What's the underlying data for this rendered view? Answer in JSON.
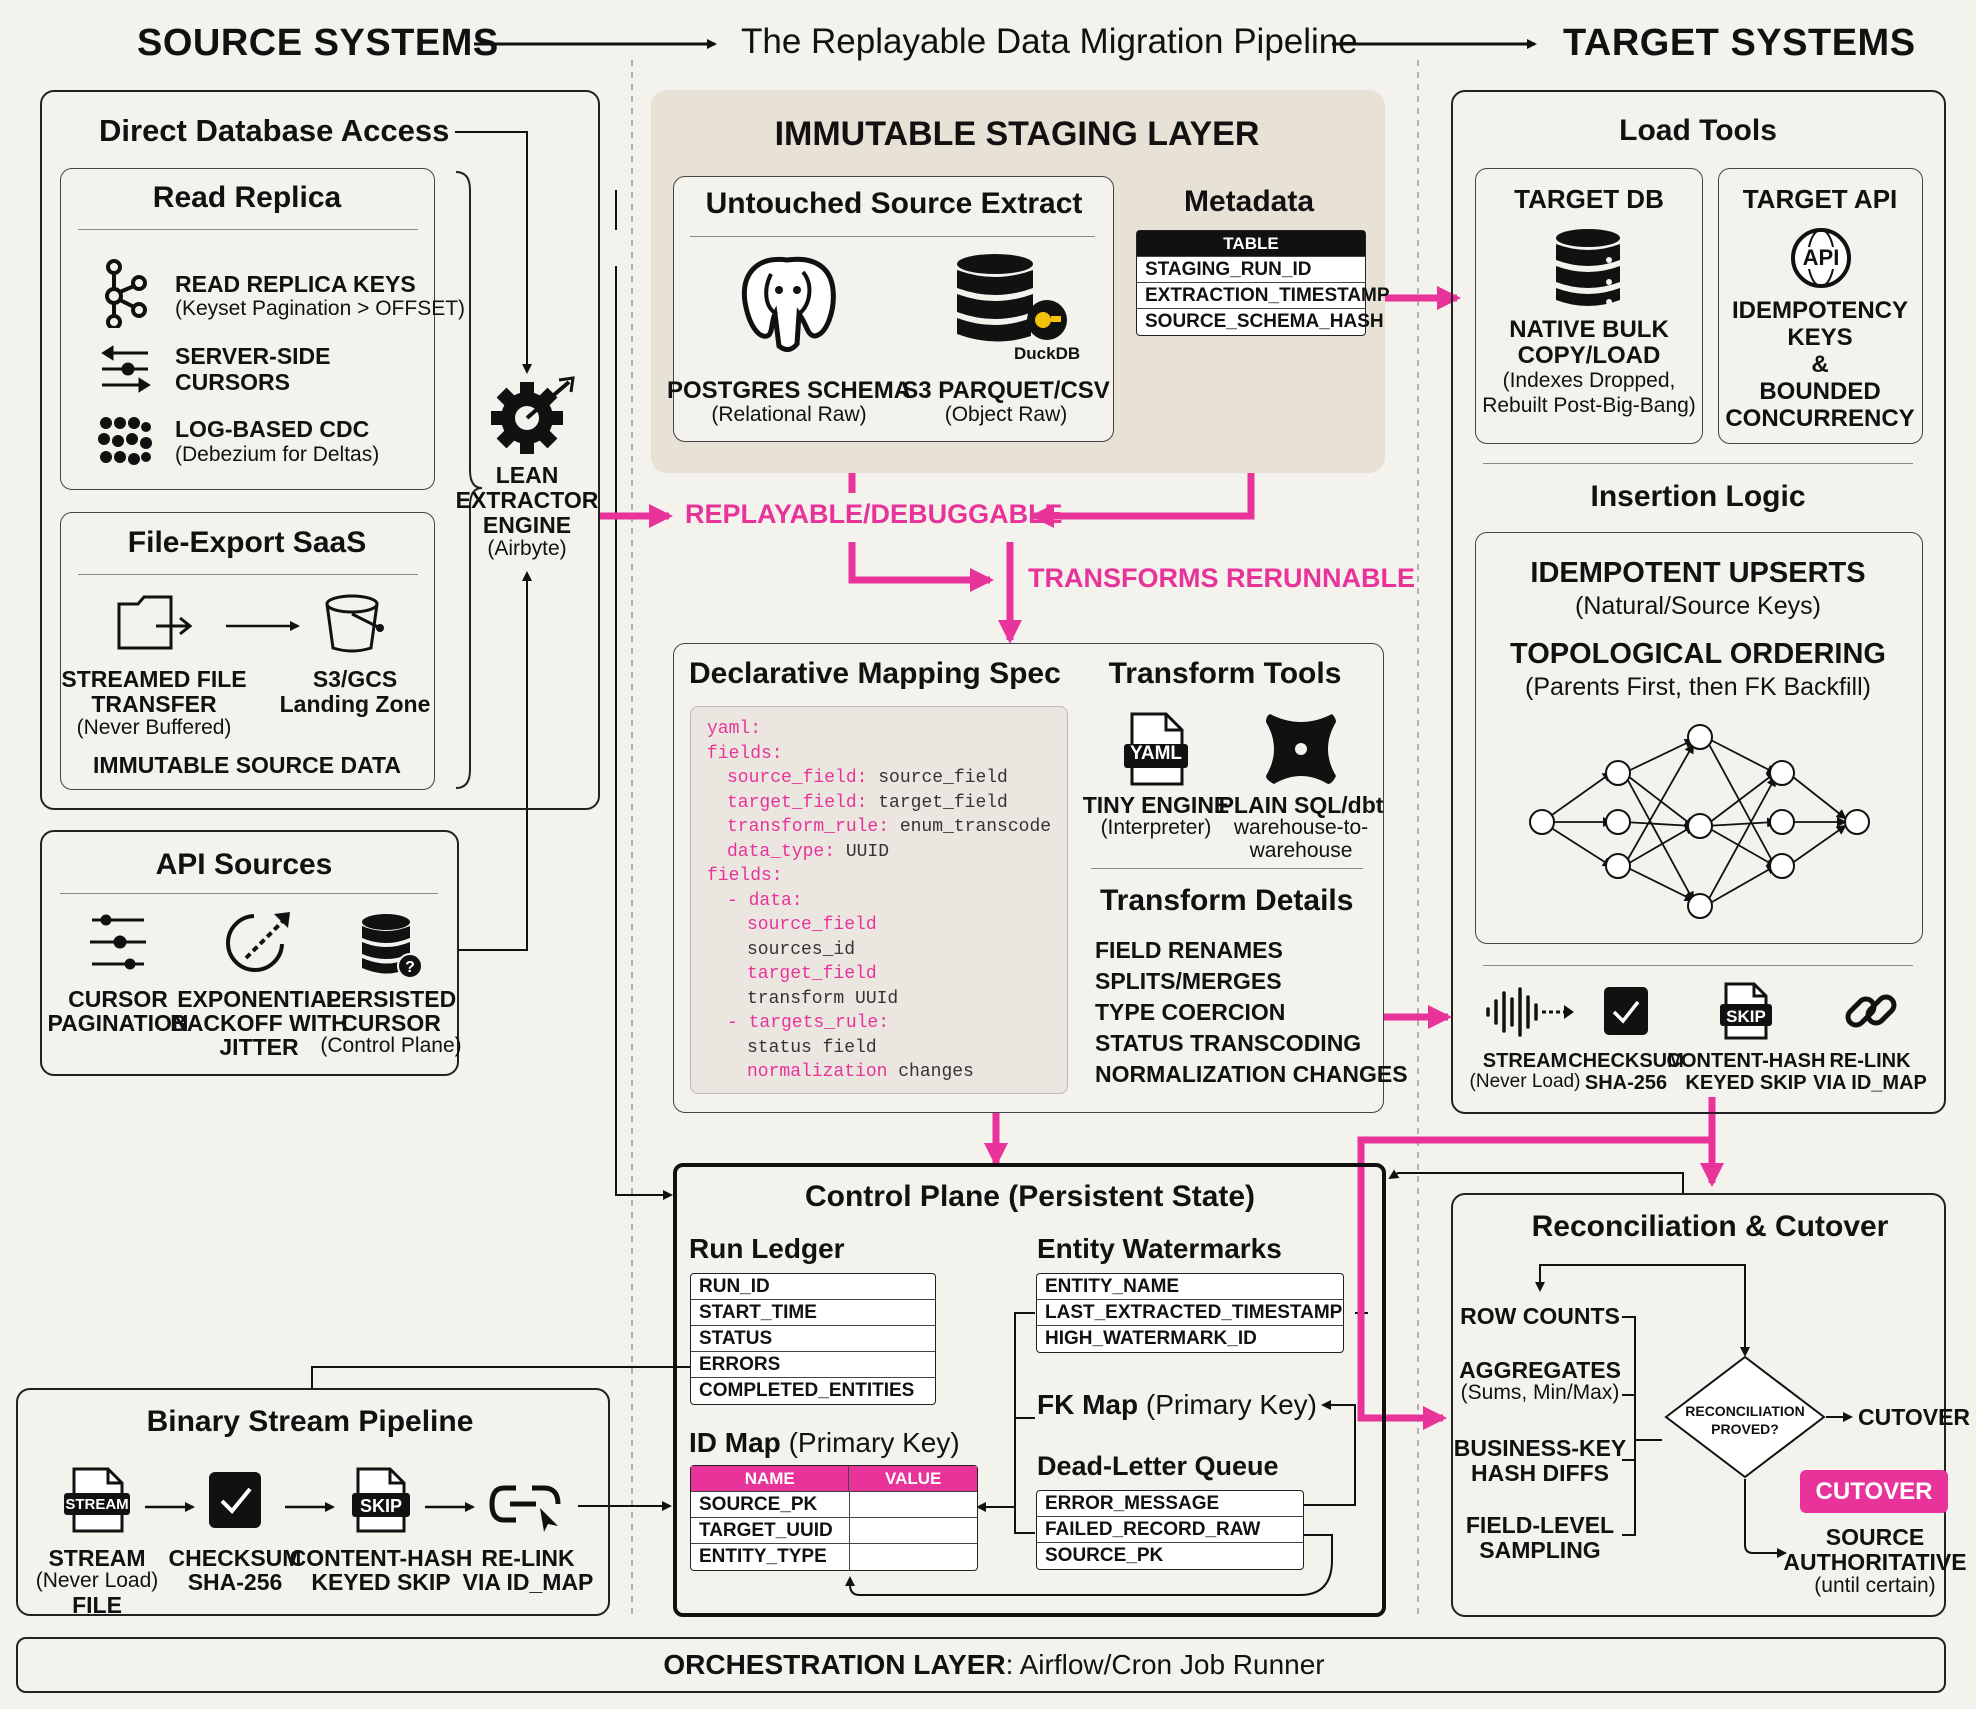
{
  "header": {
    "source_title": "SOURCE SYSTEMS",
    "pipeline_title": "The Replayable Data Migration Pipeline",
    "target_title": "TARGET SYSTEMS"
  },
  "direct_db": {
    "title": "Direct Database Access",
    "read_replica": {
      "title": "Read Replica",
      "items": [
        {
          "label": "READ REPLICA KEYS",
          "sub": "(Keyset Pagination > OFFSET)"
        },
        {
          "label": "SERVER-SIDE",
          "label2": "CURSORS"
        },
        {
          "label": "LOG-BASED CDC",
          "sub": "(Debezium for Deltas)"
        }
      ]
    },
    "file_export": {
      "title": "File-Export SaaS",
      "left_label": "STREAMED FILE",
      "left_label2": "TRANSFER",
      "left_sub": "(Never Buffered)",
      "right_label": "S3/GCS",
      "right_label2": "Landing Zone",
      "footer": "IMMUTABLE SOURCE DATA"
    }
  },
  "extractor": {
    "line1": "LEAN",
    "line2": "EXTRACTOR",
    "line3": "ENGINE",
    "sub": "(Airbyte)"
  },
  "api_sources": {
    "title": "API Sources",
    "items": [
      {
        "l1": "CURSOR",
        "l2": "PAGINATION",
        "l3": ""
      },
      {
        "l1": "EXPONENTIAL",
        "l2": "BACKOFF WITH",
        "l3": "JITTER"
      },
      {
        "l1": "PERSISTED",
        "l2": "CURSOR",
        "l3": "(Control Plane)"
      }
    ]
  },
  "binary_stream": {
    "title": "Binary Stream Pipeline",
    "items": [
      {
        "badge": "STREAM",
        "l1": "STREAM",
        "l2": "(Never Load)",
        "l3": "FILE"
      },
      {
        "badge": "",
        "l1": "CHECKSUM",
        "l2": "SHA-256",
        "l3": ""
      },
      {
        "badge": "SKIP",
        "l1": "CONTENT-HASH",
        "l2": "KEYED SKIP",
        "l3": ""
      },
      {
        "badge": "",
        "l1": "RE-LINK",
        "l2": "VIA ID_MAP",
        "l3": ""
      }
    ]
  },
  "staging": {
    "title": "IMMUTABLE STAGING LAYER",
    "extract_title": "Untouched Source Extract",
    "postgres_label": "POSTGRES SCHEMA",
    "postgres_sub": "(Relational Raw)",
    "duckdb_badge": "DuckDB",
    "s3_label": "S3 PARQUET/CSV",
    "s3_sub": "(Object Raw)",
    "metadata_title": "Metadata",
    "table_header": "TABLE",
    "table_rows": [
      "STAGING_RUN_ID",
      "EXTRACTION_TIMESTAMP",
      "SOURCE_SCHEMA_HASH"
    ]
  },
  "flow_labels": {
    "replayable": "REPLAYABLE/DEBUGGABLE",
    "rerunnable": "TRANSFORMS RERUNNABLE"
  },
  "mapping": {
    "title": "Declarative Mapping Spec",
    "code": [
      {
        "k": "yaml:",
        "v": "",
        "indent": 0
      },
      {
        "k": "fields:",
        "v": "",
        "indent": 0
      },
      {
        "k": "source_field:",
        "v": " source_field",
        "indent": 1
      },
      {
        "k": "target_field:",
        "v": " target_field",
        "indent": 1
      },
      {
        "k": "transform_rule:",
        "v": " enum_transcode",
        "indent": 1
      },
      {
        "k": "data_type:",
        "v": " UUID",
        "indent": 1
      },
      {
        "k": "fields:",
        "v": "",
        "indent": 0
      },
      {
        "k": "- data:",
        "v": "",
        "indent": 1
      },
      {
        "k": "source_field",
        "v": "",
        "indent": 2
      },
      {
        "k": "",
        "v": "sources_id",
        "indent": 2
      },
      {
        "k": "target_field",
        "v": "",
        "indent": 2
      },
      {
        "k": "",
        "v": "transform UUId",
        "indent": 2
      },
      {
        "k": "- targets_rule:",
        "v": "",
        "indent": 1
      },
      {
        "k": "",
        "v": "status field",
        "indent": 2
      },
      {
        "k": "normalization",
        "v": " changes",
        "indent": 2
      }
    ],
    "tools_title": "Transform Tools",
    "yaml_badge": "YAML",
    "tool1_l1": "TINY ENGINE",
    "tool1_l2": "(Interpreter)",
    "tool2_l1": "PLAIN SQL/dbt",
    "tool2_l2": "warehouse-to-",
    "tool2_l3": "warehouse",
    "details_title": "Transform Details",
    "details": [
      "FIELD RENAMES",
      "SPLITS/MERGES",
      "TYPE COERCION",
      "STATUS TRANSCODING",
      "NORMALIZATION CHANGES"
    ]
  },
  "control_plane": {
    "title": "Control Plane (Persistent State)",
    "run_ledger_title": "Run Ledger",
    "run_ledger_rows": [
      "RUN_ID",
      "START_TIME",
      "STATUS",
      "ERRORS",
      "COMPLETED_ENTITIES"
    ],
    "watermarks_title": "Entity Watermarks",
    "watermarks_rows": [
      "ENTITY_NAME",
      "LAST_EXTRACTED_TIMESTAMP",
      "HIGH_WATERMARK_ID"
    ],
    "idmap_title": "ID Map",
    "idmap_sub": "(Primary Key)",
    "idmap_headers": [
      "NAME",
      "VALUE"
    ],
    "idmap_rows": [
      "SOURCE_PK",
      "TARGET_UUID",
      "ENTITY_TYPE"
    ],
    "fkmap_title": "FK Map",
    "fkmap_sub": "(Primary Key)",
    "dlq_title": "Dead-Letter Queue",
    "dlq_rows": [
      "ERROR_MESSAGE",
      "FAILED_RECORD_RAW",
      "SOURCE_PK"
    ]
  },
  "load_tools": {
    "title": "Load Tools",
    "db_title": "TARGET DB",
    "db_l1": "NATIVE BULK",
    "db_l2": "COPY/LOAD",
    "db_sub1": "(Indexes Dropped,",
    "db_sub2": "Rebuilt Post-Big-Bang)",
    "api_title": "TARGET API",
    "api_badge": "API",
    "api_l1": "IDEMPOTENCY",
    "api_l2": "KEYS",
    "api_l3": "&",
    "api_l4": "BOUNDED",
    "api_l5": "CONCURRENCY"
  },
  "insertion": {
    "title": "Insertion Logic",
    "upserts": "IDEMPOTENT UPSERTS",
    "upserts_sub": "(Natural/Source Keys)",
    "topo": "TOPOLOGICAL ORDERING",
    "topo_sub": "(Parents First, then FK Backfill)"
  },
  "target_stream": {
    "items": [
      {
        "badge": "",
        "l1": "STREAM",
        "l2": "(Never Load)"
      },
      {
        "badge": "",
        "l1": "CHECKSUM",
        "l2": "SHA-256"
      },
      {
        "badge": "SKIP",
        "l1": "CONTENT-HASH",
        "l2": "KEYED SKIP"
      },
      {
        "badge": "",
        "l1": "RE-LINK",
        "l2": "VIA ID_MAP"
      }
    ]
  },
  "reconciliation": {
    "title": "Reconciliation & Cutover",
    "checks": [
      {
        "l1": "ROW COUNTS",
        "l2": ""
      },
      {
        "l1": "AGGREGATES",
        "l2": "(Sums, Min/Max)"
      },
      {
        "l1": "BUSINESS-KEY",
        "l2": "HASH DIFFS"
      },
      {
        "l1": "FIELD-LEVEL",
        "l2": "SAMPLING"
      }
    ],
    "decision_l1": "RECONCILIATION",
    "decision_l2": "PROVED?",
    "cutover": "CUTOVER",
    "cutover_button": "CUTOVER",
    "fallback_l1": "SOURCE",
    "fallback_l2": "AUTHORITATIVE",
    "fallback_l3": "(until certain)"
  },
  "orchestration": {
    "bold": "ORCHESTRATION LAYER",
    "rest": ": Airflow/Cron Job Runner"
  },
  "colors": {
    "accent": "#e8339a",
    "ink": "#111111",
    "background": "#f4f2ed",
    "staging_fill": "#e7e1d6"
  }
}
